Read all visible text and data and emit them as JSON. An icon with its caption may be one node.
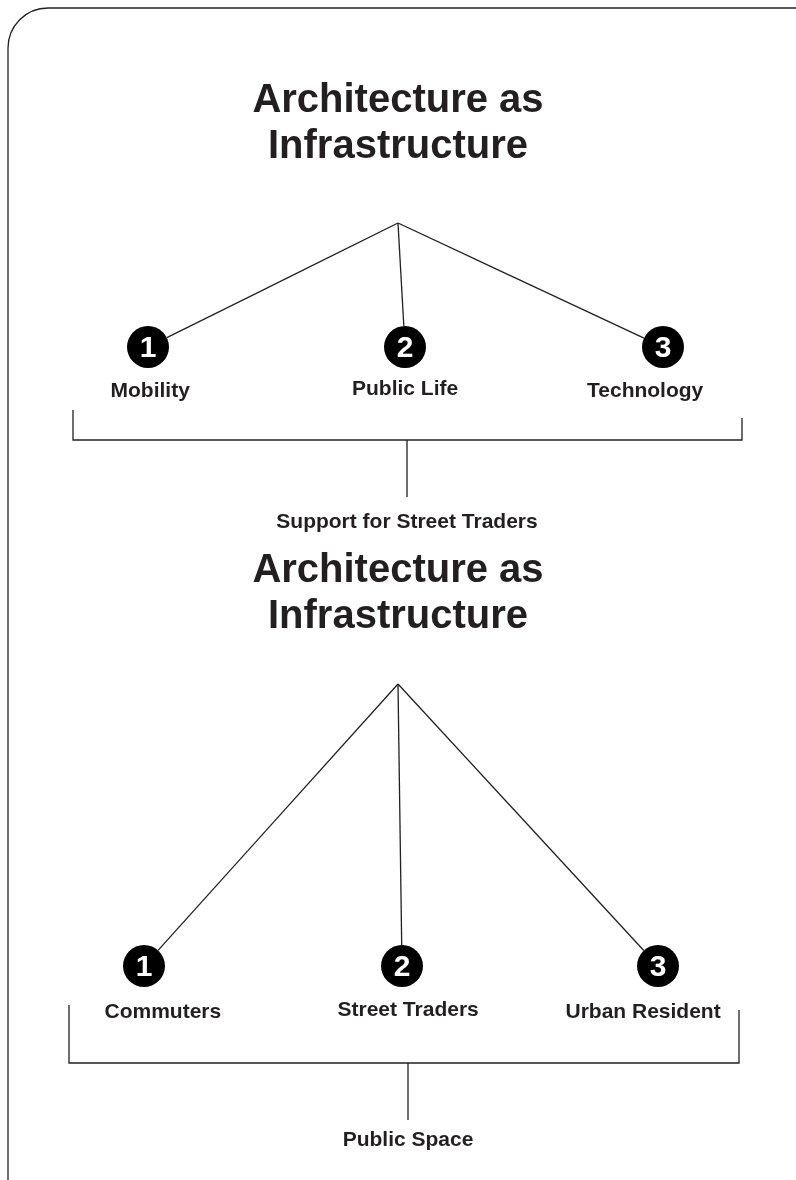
{
  "diagram": {
    "nodes": [
      {
        "text": [
          "Architecture as Infrastructure"
        ]
      },
      {
        "text": [
          "1"
        ],
        "beside": [
          "Mobility"
        ]
      },
      {
        "text": [
          "2"
        ],
        "beside": [
          "Public Life"
        ]
      },
      {
        "text": [
          "3"
        ],
        "beside": [
          "Technology"
        ]
      },
      {
        "text": [
          "Support for Street Traders"
        ]
      },
      {
        "text": [
          "Architecture as Infrastructure"
        ]
      },
      {
        "text": [
          "1"
        ],
        "beside": [
          "Commuters"
        ]
      },
      {
        "text": [
          "2"
        ],
        "beside": [
          "Street Traders"
        ]
      },
      {
        "text": [
          "3"
        ],
        "beside": [
          "Urban Resident"
        ]
      },
      {
        "text": [
          "Public Space"
        ]
      }
    ],
    "edges": [
      {
        "from": 0,
        "to": 1,
        "arrow": "none"
      },
      {
        "from": 0,
        "to": 2,
        "arrow": "none"
      },
      {
        "from": 0,
        "to": 3,
        "arrow": "none"
      },
      {
        "from": 5,
        "to": 6,
        "arrow": "none"
      },
      {
        "from": 5,
        "to": 7,
        "arrow": "none"
      },
      {
        "from": 5,
        "to": 8,
        "arrow": "none"
      }
    ]
  }
}
